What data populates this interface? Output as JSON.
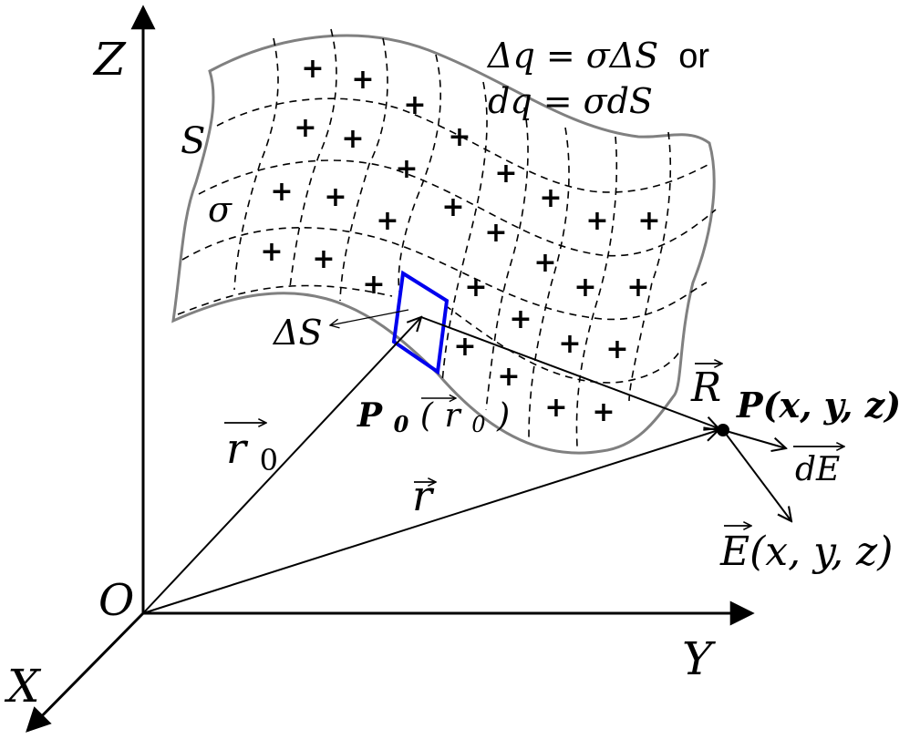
{
  "diagram": {
    "title": "Electric field of a surface charge distribution",
    "colors": {
      "surface_outline": "#808080",
      "grid_dash": "#000000",
      "element_outline": "#0000ee",
      "vectors": "#000000"
    },
    "axes": {
      "z_label": "Z",
      "y_label": "Y",
      "x_label": "X",
      "origin_label": "O"
    },
    "surface": {
      "name_label": "S",
      "density_label": "σ",
      "element_label": "ΔS",
      "charge_symbol": "+"
    },
    "equations": {
      "line1_main": "Δq = σΔS",
      "line1_suffix": "or",
      "line2": "dq = σdS"
    },
    "points": {
      "source_point": "P",
      "source_subscript": "0",
      "source_arg_open": "(",
      "source_arg": "r",
      "source_arg_sub": "0",
      "source_arg_close": ")",
      "field_point": "P(x, y, z)"
    },
    "vectors": {
      "r0_label": "r",
      "r0_subscript": "0",
      "r_label": "r",
      "R_label": "R",
      "dE_label": "dE",
      "E_label": "E(x, y, z)"
    }
  }
}
